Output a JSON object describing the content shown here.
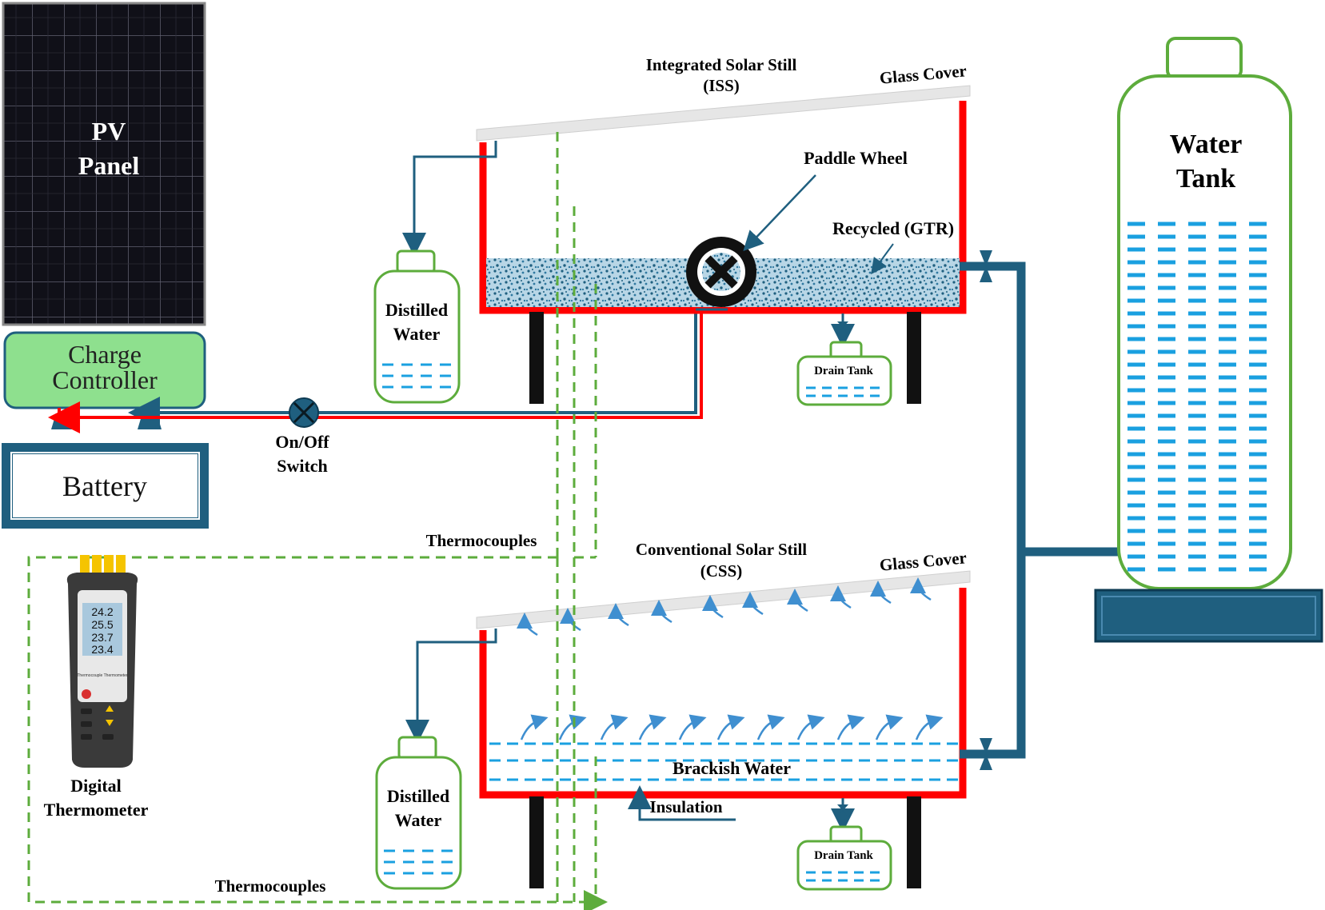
{
  "pv_panel": {
    "line1": "PV",
    "line2": "Panel"
  },
  "charge_controller": {
    "line1": "Charge",
    "line2": "Controller"
  },
  "battery": {
    "label": "Battery"
  },
  "switch": {
    "line1": "On/Off",
    "line2": "Switch"
  },
  "iss": {
    "title_line1": "Integrated Solar Still",
    "title_line2": "(ISS)",
    "glass_cover": "Glass Cover",
    "paddle_wheel": "Paddle Wheel",
    "recycled": "Recycled (GTR)",
    "distilled_line1": "Distilled",
    "distilled_line2": "Water",
    "drain_tank": "Drain Tank",
    "thermocouples": "Thermocouples"
  },
  "css": {
    "title_line1": "Conventional Solar Still",
    "title_line2": "(CSS)",
    "glass_cover": "Glass Cover",
    "brackish_water": "Brackish Water",
    "insulation": "Insulation",
    "distilled_line1": "Distilled",
    "distilled_line2": "Water",
    "drain_tank": "Drain Tank",
    "thermocouples": "Thermocouples"
  },
  "water_tank": {
    "line1": "Water",
    "line2": "Tank"
  },
  "thermometer": {
    "line1": "Digital",
    "line2": "Thermometer",
    "readings": [
      "24.2",
      "25.5",
      "23.7",
      "23.4"
    ],
    "brand": "Thermocouple Thermometer"
  },
  "colors": {
    "frame_red": "#ff0000",
    "pipe_blue": "#1f5f7f",
    "water_blue": "#1aa0e0",
    "green_outline": "#5dac3c",
    "controller_fill": "#8ee08e",
    "battery_stroke": "#1f5f7f",
    "glass_gray": "#e6e6e6"
  }
}
